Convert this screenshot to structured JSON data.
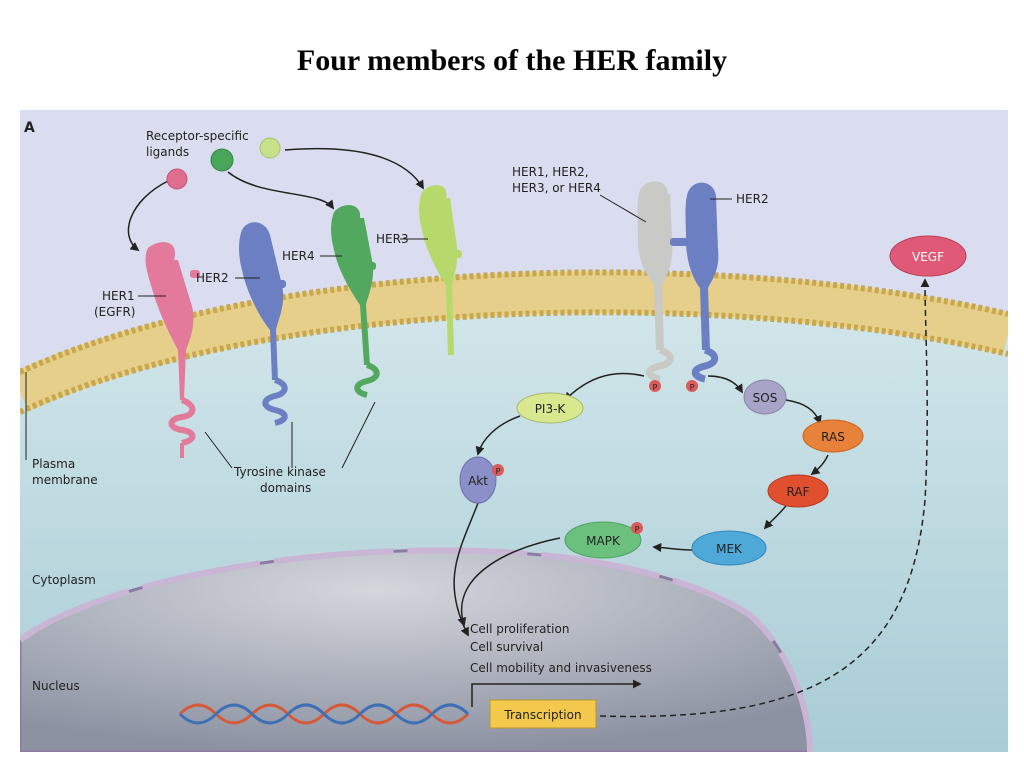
{
  "slide": {
    "title": "Four members of the HER family"
  },
  "figure": {
    "panel_label": "A",
    "ligands_label": [
      "Receptor-specific",
      "ligands"
    ],
    "receptors": {
      "her1": [
        "HER1",
        "(EGFR)"
      ],
      "her2": "HER2",
      "her4": "HER4",
      "her3": "HER3",
      "dimer_left": [
        "HER1, HER2,",
        "HER3, or HER4"
      ],
      "dimer_right": "HER2"
    },
    "tyrosine_label": [
      "Tyrosine kinase",
      "domains"
    ],
    "regions": {
      "plasma": [
        "Plasma",
        "membrane"
      ],
      "cytoplasm": "Cytoplasm",
      "nucleus": "Nucleus"
    },
    "nodes": {
      "pi3k": "PI3-K",
      "akt": "Akt",
      "sos": "SOS",
      "ras": "RAS",
      "raf": "RAF",
      "mek": "MEK",
      "mapk": "MAPK",
      "vegf": "VEGF",
      "phospho": "P"
    },
    "outcomes": [
      "Cell proliferation",
      "Cell survival",
      "Cell mobility and invasiveness"
    ],
    "transcription": "Transcription",
    "colors": {
      "background": "#d8dcf0",
      "cytoplasm": "#bcd8e0",
      "nucleus": "#9ea4b4",
      "membrane": "#d9c27a",
      "her1": "#e3799b",
      "her2": "#6c7fc2",
      "her4": "#52a85f",
      "her3": "#b7d86a",
      "her_grey": "#c9c9c6",
      "vegf": "#e05a78",
      "pi3k": "#d7e88e",
      "akt": "#8c90c8",
      "sos": "#a8a4c8",
      "ras": "#e8813a",
      "raf": "#e0502e",
      "mek": "#4ea8d8",
      "mapk": "#6cc07e",
      "transcription": "#f2c94c"
    }
  }
}
